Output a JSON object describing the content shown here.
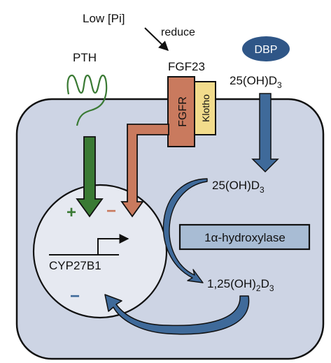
{
  "labels": {
    "low_pi": "Low [Pi]",
    "reduce": "reduce",
    "pth": "PTH",
    "fgf23": "FGF23",
    "dbp": "DBP",
    "fgfr": "FGFR",
    "klotho": "Klotho",
    "vitd_outside": {
      "main": "25(OH)D",
      "sub": "3"
    },
    "vitd_inside": {
      "main": "25(OH)D",
      "sub": "3"
    },
    "enzyme": "1α-hydroxylase",
    "product": {
      "main": "1,25(OH)",
      "sub1": "2",
      "mid": "D",
      "sub2": "3"
    },
    "gene": "CYP27B1",
    "plus": "+",
    "minus_fgf": "−",
    "minus_feedback": "−"
  },
  "colors": {
    "cell_fill": "#cdd4e4",
    "nucleus_fill": "#e6e9f1",
    "pth_green": "#3a7a34",
    "fgf_brown": "#c97a5e",
    "fgfr_fill": "#c97a5e",
    "klotho_fill": "#f2dc8c",
    "blue_arrow": "#3f6a9a",
    "dbp_fill": "#2f5687",
    "enzyme_fill": "#a8bcd4"
  }
}
